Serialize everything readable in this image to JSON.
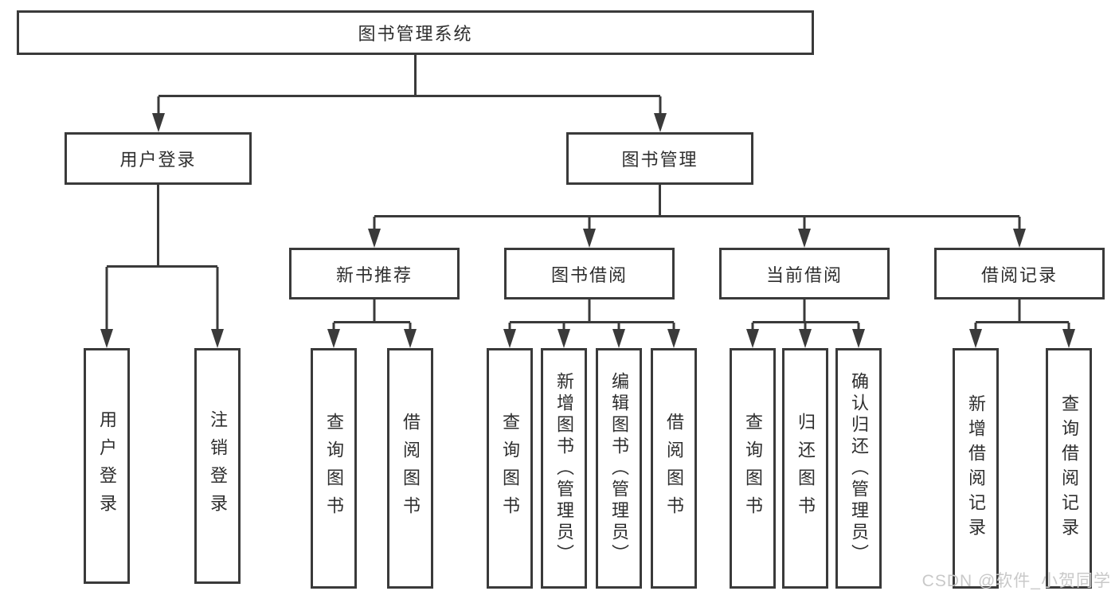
{
  "diagram": {
    "root": "图书管理系统",
    "branches": [
      {
        "label": "用户登录",
        "leaves": [
          "用户登录",
          "注销登录"
        ]
      },
      {
        "label": "图书管理",
        "groups": [
          {
            "label": "新书推荐",
            "leaves": [
              "查询图书",
              "借阅图书"
            ]
          },
          {
            "label": "图书借阅",
            "leaves": [
              "查询图书",
              "新增图书（管理员）",
              "编辑图书（管理员）",
              "借阅图书"
            ]
          },
          {
            "label": "当前借阅",
            "leaves": [
              "查询图书",
              "归还图书",
              "确认归还（管理员）"
            ]
          },
          {
            "label": "借阅记录",
            "leaves": [
              "新增借阅记录",
              "查询借阅记录"
            ]
          }
        ]
      }
    ]
  },
  "watermark": "CSDN @软件_小贺同学",
  "colors": {
    "line": "#3a3a3a",
    "box_border": "#3a3a3a",
    "box_fill": "#ffffff",
    "text": "#2e2e2e",
    "watermark": "#c9c9c9"
  }
}
